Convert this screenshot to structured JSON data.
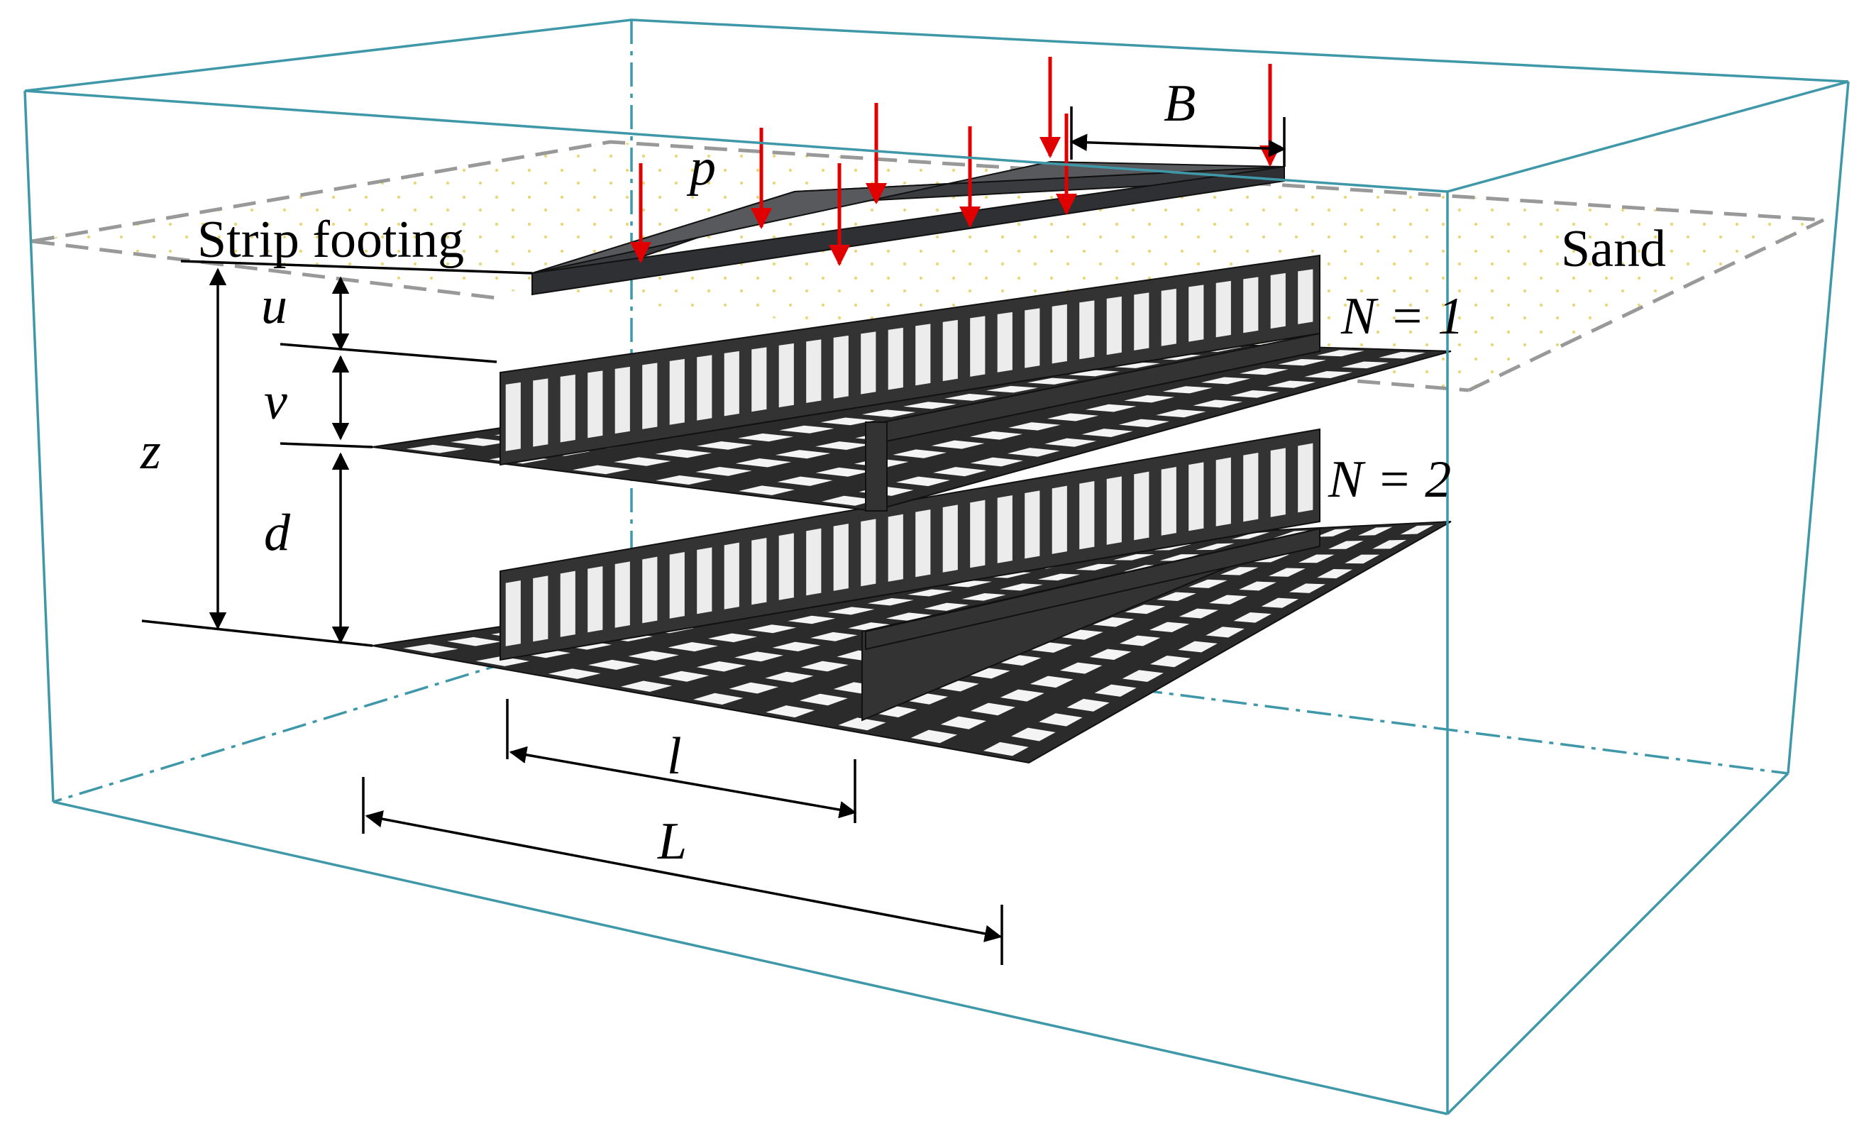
{
  "labels": {
    "strip_footing": "Strip footing",
    "sand": "Sand",
    "load": "p",
    "width": "B",
    "layer_1": "N = 1",
    "layer_2": "N = 2",
    "u": "u",
    "v": "v",
    "z": "z",
    "d": "d",
    "l": "l",
    "L": "L"
  },
  "colors": {
    "container_edges": "#3f98a8",
    "load_arrows": "#e00000",
    "geocell": "#2b2b2b",
    "footing": "#58595d",
    "sand_dots": "#e6d36a"
  }
}
